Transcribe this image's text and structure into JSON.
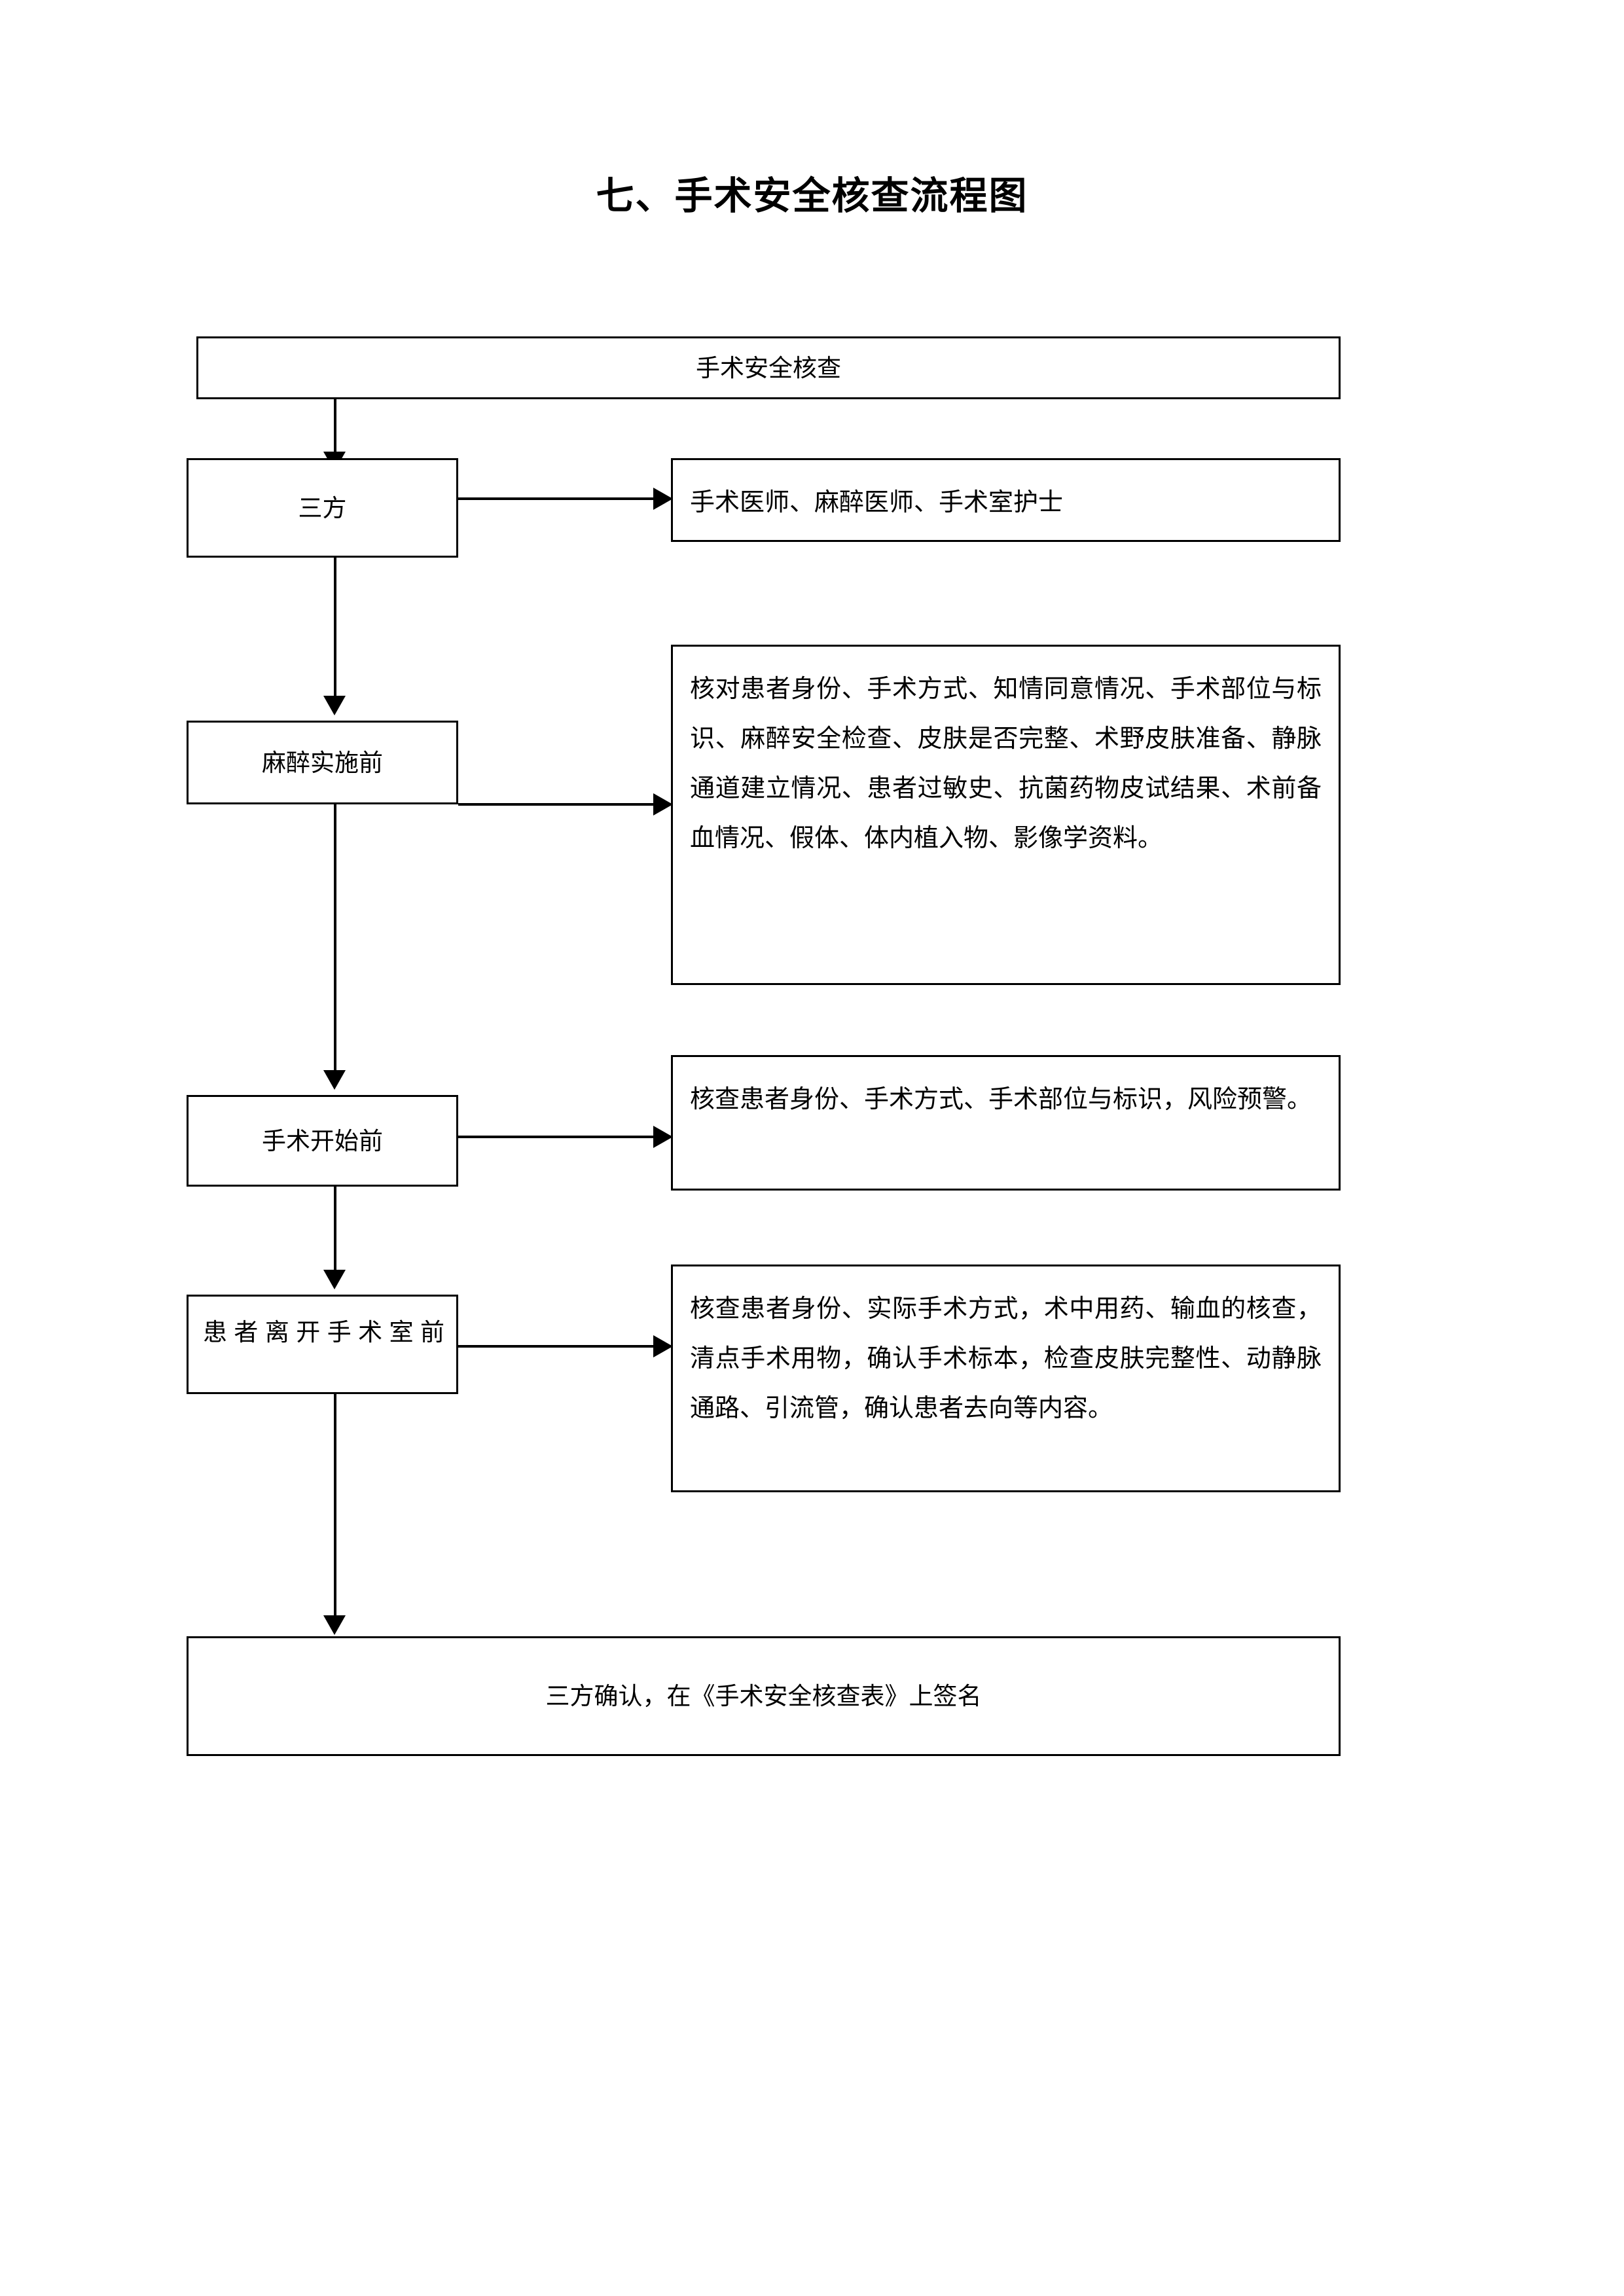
{
  "document": {
    "title": "七、手术安全核查流程图"
  },
  "flow": {
    "start": {
      "label": "手术安全核查"
    },
    "stages": [
      {
        "id": "three-parties",
        "label": "三方",
        "detail": "手术医师、麻醉医师、手术室护士"
      },
      {
        "id": "before-anesthesia",
        "label": "麻醉实施前",
        "detail": "核对患者身份、手术方式、知情同意情况、手术部位与标识、麻醉安全检查、皮肤是否完整、术野皮肤准备、静脉通道建立情况、患者过敏史、抗菌药物皮试结果、术前备血情况、假体、体内植入物、影像学资料。"
      },
      {
        "id": "before-surgery",
        "label": "手术开始前",
        "detail": "核查患者身份、手术方式、手术部位与标识，风险预警。"
      },
      {
        "id": "before-leaving-or",
        "label": "患者离开手术室前",
        "detail": "核查患者身份、实际手术方式，术中用药、输血的核查，清点手术用物，确认手术标本，检查皮肤完整性、动静脉通路、引流管，确认患者去向等内容。"
      }
    ],
    "end": {
      "label": "三方确认，在《手术安全核查表》上签名"
    }
  },
  "style": {
    "line_color": "#000000",
    "page_background": "#ffffff"
  }
}
